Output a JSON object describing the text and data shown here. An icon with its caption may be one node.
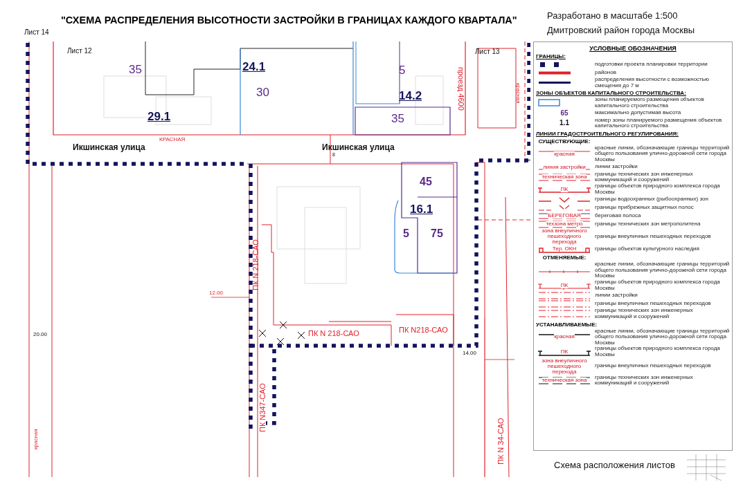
{
  "diagram": {
    "title": "\"СХЕМА РАСПРЕДЕЛЕНИЯ ВЫСОТНОСТИ ЗАСТРОЙКИ В ГРАНИЦАХ КАЖДОГО КВАРТАЛА\"",
    "labels": [
      "Лист 14",
      "Разработано в масштабе 1:500",
      "Дмитровский район города Москвы",
      "Лист 12",
      "Лист 13",
      "35",
      "24.1",
      "30",
      "5",
      "29.1",
      "14.2",
      "35",
      "проезд 4600",
      "красная",
      "КРАСНАЯ",
      "Икшинская улица",
      "Икшинская улица",
      "8",
      "45",
      "16.1",
      "5",
      "75",
      "ПК N 218-САО",
      "12.00",
      "ПК N 218-САО",
      "ПК N218-САО",
      "ПК N347-САО",
      "14.00",
      "ПК N 34-САО",
      "20.00",
      "красная",
      "УСЛОВНЫЕ ОБОЗНАЧЕНИЯ",
      "ГРАНИЦЫ:",
      "ЗОНЫ ОБЪЕКТОВ КАПИТАЛЬНОГО СТРОИТЕЛЬСТВА:",
      "65",
      "1.1",
      "ЛИНИИ ГРАДОСТРОИТЕЛЬНОГО РЕГУЛИРОВАНИЯ:",
      "СУЩЕСТВУЮЩИЕ:",
      "ОТМЕНЯЕМЫЕ:",
      "УСТАНАВЛИВАЕМЫЕ:",
      "Схема расположения листов",
      "красная",
      "линия застройки",
      "техническая зона",
      "ПК",
      "БЕРЕГОВАЯ",
      "техзона метро",
      "зона внеуличного пешеходного перехода",
      "Тер. ОКН",
      "ПК",
      "красная",
      "ПК",
      "зона внеуличного пешеходного перехода",
      "техническая зона"
    ],
    "legend": [
      {
        "text": "подготовки проекта планировки территории"
      },
      {
        "text": "районов"
      },
      {
        "text": "распределения высотности с возможностью смещения до 7 м"
      },
      {
        "text": "зоны планируемого размещения объектов капитального строительства"
      },
      {
        "text": "максимально допустимая высота"
      },
      {
        "text": "номер зоны планируемого размещения объектов капитального строительства"
      },
      {
        "text": "красные линии, обозначающие границы территорий общего пользования улично-дорожной сети города Москвы"
      },
      {
        "text": "линии застройки"
      },
      {
        "text": "границы технических зон инженерных коммуникаций и сооружений"
      },
      {
        "text": "границы объектов природного комплекса города Москвы"
      },
      {
        "text": "границы водоохранных (рыбоохранных) зон"
      },
      {
        "text": "границы прибрежных защитных полос"
      },
      {
        "text": "береговая полоса"
      },
      {
        "text": "границы технических зон метрополитена"
      },
      {
        "text": "границы внеуличных пешеходных переходов"
      },
      {
        "text": "границы объектов культурного наследия"
      },
      {
        "text": "красные линии, обозначающие границы территорий общего пользования улично-дорожной сети города Москвы"
      },
      {
        "text": "границы объектов природного комплекса города Москвы"
      },
      {
        "text": "линии застройки"
      },
      {
        "text": "границы внеуличных пешеходных переходов"
      },
      {
        "text": "границы технических зон инженерных коммуникаций и сооружений"
      },
      {
        "text": "красные линии, обозначающие границы территорий общего пользования улично-дорожной сети города Москвы"
      },
      {
        "text": "границы объектов природного комплекса города Москвы"
      },
      {
        "text": "границы внеуличных пешеходных переходов"
      },
      {
        "text": "границы технических зон инженерных коммуникаций и сооружений"
      }
    ]
  }
}
